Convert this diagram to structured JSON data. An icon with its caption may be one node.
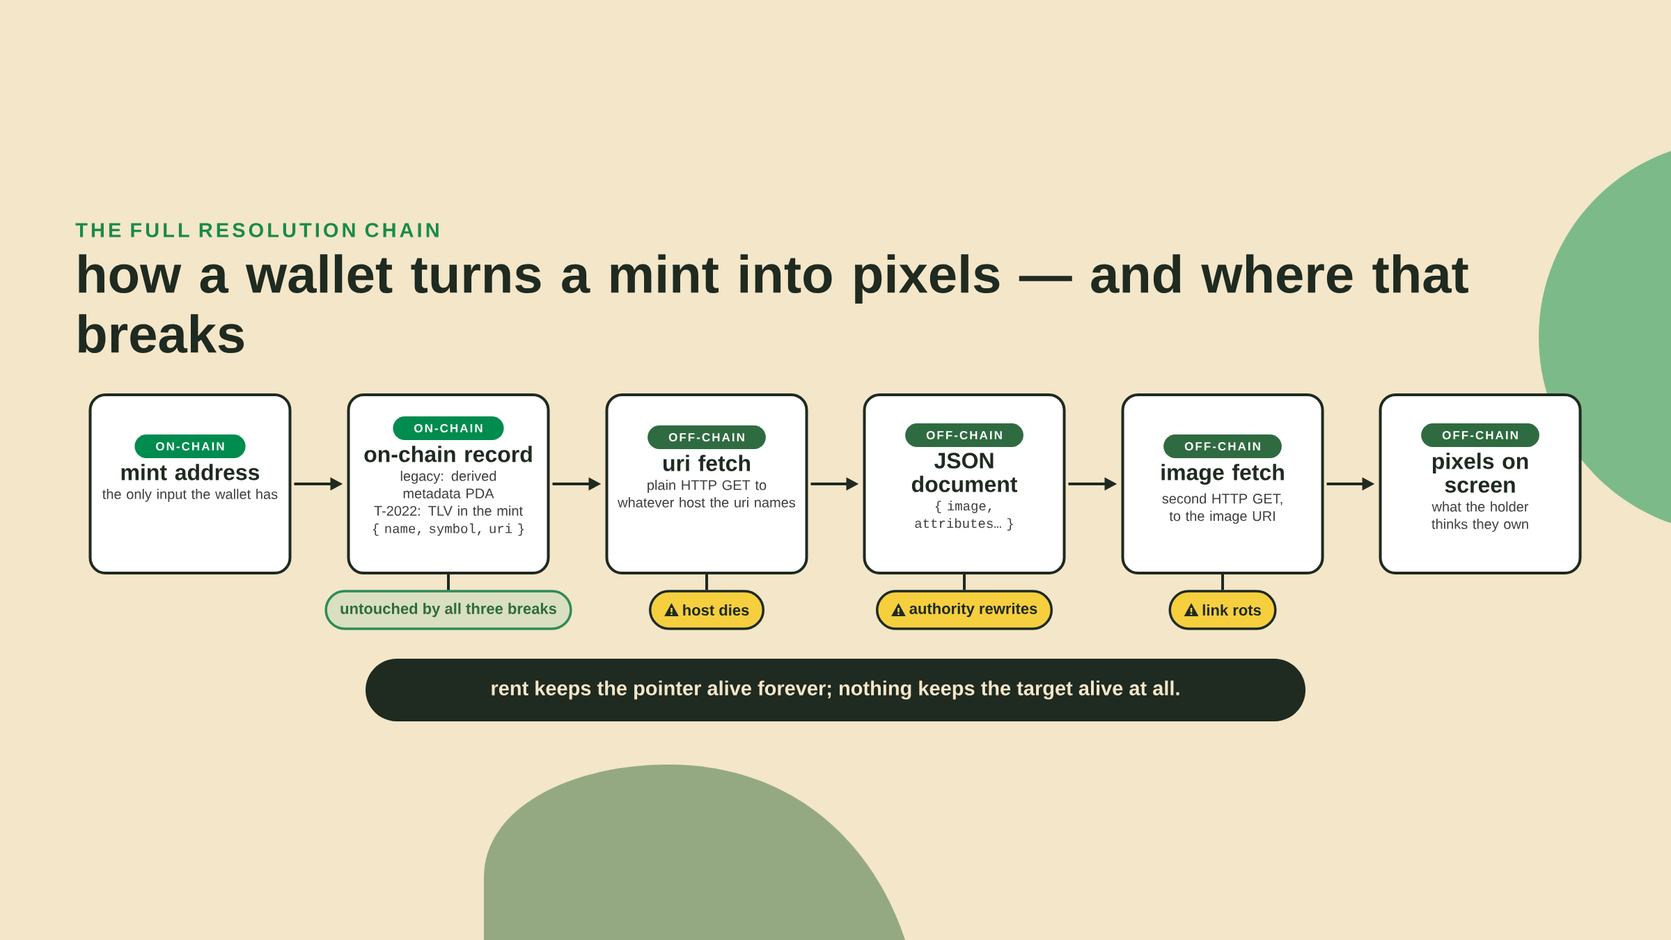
{
  "diagram": {
    "title": "how a wallet turns a mint into pixels — and where that breaks",
    "nodes": [
      {
        "text": [
          "mint address",
          "the only input the wallet has"
        ]
      },
      {
        "text": [
          "ON-CHAIN"
        ],
        "in": 0
      },
      {
        "text": [
          "on-chain record",
          "legacy: derived metadata PDA",
          "T-2022: TLV in the mint",
          "{ name, symbol, uri }"
        ]
      },
      {
        "text": [
          "ON-CHAIN"
        ],
        "in": 2
      },
      {
        "text": [
          "uri fetch",
          "plain HTTP GET to whatever host the uri names"
        ]
      },
      {
        "text": [
          "OFF-CHAIN"
        ],
        "in": 4
      },
      {
        "text": [
          "JSON document",
          "{ image, attributes… }"
        ]
      },
      {
        "text": [
          "OFF-CHAIN"
        ],
        "in": 6
      },
      {
        "text": [
          "image fetch",
          "second HTTP GET, to the image URI"
        ]
      },
      {
        "text": [
          "OFF-CHAIN"
        ],
        "in": 8
      },
      {
        "text": [
          "pixels on screen",
          "what the holder thinks they own"
        ]
      },
      {
        "text": [
          "OFF-CHAIN"
        ],
        "in": 10
      },
      {
        "text": [
          "untouched by all three breaks"
        ]
      },
      {
        "text": [
          "host dies"
        ]
      },
      {
        "text": [
          "authority rewrites"
        ]
      },
      {
        "text": [
          "link rots"
        ]
      },
      {
        "text": [
          "rent keeps the pointer alive forever; nothing keeps the target alive at all."
        ]
      }
    ],
    "edges": [
      {
        "from": 0,
        "to": 2,
        "arrow": "to"
      },
      {
        "from": 2,
        "to": 4,
        "arrow": "to"
      },
      {
        "from": 4,
        "to": 6,
        "arrow": "to"
      },
      {
        "from": 6,
        "to": 8,
        "arrow": "to"
      },
      {
        "from": 8,
        "to": 10,
        "arrow": "to"
      },
      {
        "from": 2,
        "to": 12,
        "arrow": "none"
      },
      {
        "from": 4,
        "to": 13,
        "arrow": "none"
      },
      {
        "from": 6,
        "to": 14,
        "arrow": "none"
      },
      {
        "from": 8,
        "to": 15,
        "arrow": "none"
      }
    ],
    "labels": [
      "THE FULL RESOLUTION CHAIN"
    ]
  }
}
